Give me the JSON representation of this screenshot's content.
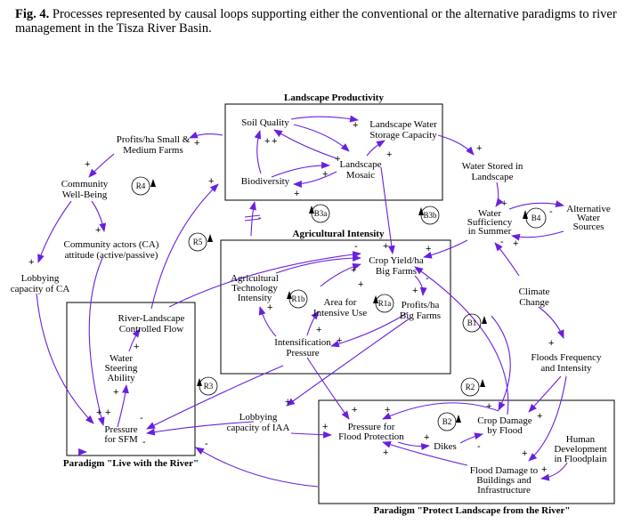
{
  "caption": {
    "label": "Fig. 4.",
    "text": " Processes represented by causal loops supporting either the conventional or the alternative paradigms to river management in the Tisza River Basin."
  },
  "colors": {
    "arrow": "#6a1fe0",
    "box": "#000000"
  },
  "boxes": {
    "landscape": "Landscape Productivity",
    "agri": "Agricultural Intensity",
    "live": "Paradigm \"Live with the River\"",
    "protect": "Paradigm \"Protect Landscape from the River\""
  },
  "nodes": {
    "soil": [
      "Soil Quality"
    ],
    "lwsc": [
      "Landscape Water",
      "Storage Capacity"
    ],
    "mosaic": [
      "Landscape",
      "Mosaic"
    ],
    "bio": [
      "Biodiversity"
    ],
    "profsm": [
      "Profits/ha Small &",
      "Medium Farms"
    ],
    "cwb": [
      "Community",
      "Well-Being"
    ],
    "caatt": [
      "Community actors (CA)",
      "attitude (active/passive)"
    ],
    "lobca": [
      "Lobbying",
      "capacity of CA"
    ],
    "wsl": [
      "Water Stored in",
      "Landscape"
    ],
    "wss": [
      "Water",
      "Sufficiency",
      "in Summer"
    ],
    "alt": [
      "Alternative",
      "Water",
      "Sources"
    ],
    "crop": [
      "Crop Yield/ha",
      "Big Farms"
    ],
    "ati": [
      "Agricultural",
      "Technology",
      "Intensity"
    ],
    "area": [
      "Area for",
      "Intensive Use"
    ],
    "profbig": [
      "Profits/ha",
      "Big Farms"
    ],
    "ip": [
      "Intensification",
      "Pressure"
    ],
    "climate": [
      "Climate",
      "Change"
    ],
    "floodsf": [
      "Floods Frequency",
      "and Intensity"
    ],
    "rlcf": [
      "River-Landscape",
      "Controlled Flow"
    ],
    "wsa": [
      "Water",
      "Steering",
      "Ability"
    ],
    "psfm": [
      "Pressure",
      "for SFM"
    ],
    "lobiaa": [
      "Lobbying",
      "capacity of IAA"
    ],
    "pfp": [
      "Pressure for",
      "Flood Protection"
    ],
    "dikes": [
      "Dikes"
    ],
    "cdf": [
      "Crop Damage",
      "by Flood"
    ],
    "hdf": [
      "Human",
      "Development",
      "in Floodplain"
    ],
    "fdb": [
      "Flood Damage to",
      "Buildings and",
      "Infrastructure"
    ]
  },
  "loops": [
    "R4",
    "R5",
    "B3a",
    "B3b",
    "B4",
    "R1b",
    "R1a",
    "B1",
    "R2",
    "R3",
    "B2"
  ],
  "signs": {
    "plus": "+",
    "minus": "-"
  }
}
